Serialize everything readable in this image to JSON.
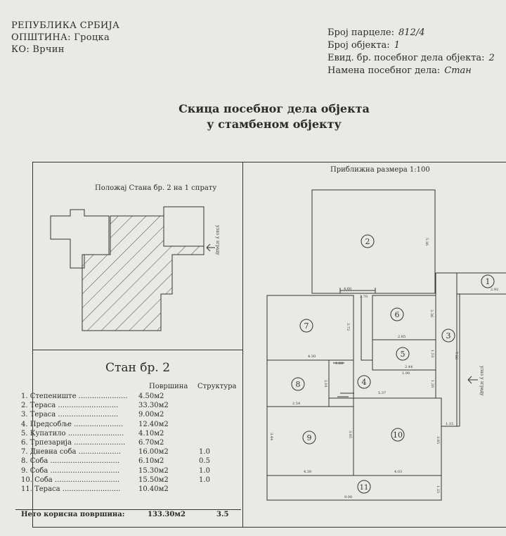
{
  "header": {
    "left": [
      "РЕПУБЛИКА СРБИЈА",
      "ОПШТИНА: Гроцка",
      "КО: Врчин"
    ],
    "right": [
      {
        "label": "Број парцеле:",
        "value": "812/4"
      },
      {
        "label": "Број објекта:",
        "value": "1"
      },
      {
        "label": "Евид. бр. посебног дела објекта:",
        "value": "2"
      },
      {
        "label": "Намена посебног дела:",
        "value": "Стан"
      }
    ]
  },
  "title": [
    "Скица посебног дела објекта",
    "у стамбеном објекту"
  ],
  "position_label": "Положај Стана бр. 2 на 1 спрату",
  "scale_label": "Приближна размера 1:100",
  "side_label": "улаз у зграду",
  "apartment": {
    "title": "Стан бр. 2",
    "col_area": "Површина",
    "col_structure": "Структура",
    "rooms": [
      {
        "name": "1. Степениште",
        "area": "4.50м2",
        "structure": ""
      },
      {
        "name": "2. Тераса",
        "area": "33.30м2",
        "structure": ""
      },
      {
        "name": "3. Тераса",
        "area": "9.00м2",
        "structure": ""
      },
      {
        "name": "4. Предсобље",
        "area": "12.40м2",
        "structure": ""
      },
      {
        "name": "5. Купатило",
        "area": "4.10м2",
        "structure": ""
      },
      {
        "name": "6. Трпезарија",
        "area": "6.70м2",
        "structure": ""
      },
      {
        "name": "7. Дневна соба",
        "area": "16.00м2",
        "structure": "1.0"
      },
      {
        "name": "8. Соба",
        "area": "6.10м2",
        "structure": "0.5"
      },
      {
        "name": "9. Соба",
        "area": "15.30м2",
        "structure": "1.0"
      },
      {
        "name": "10. Соба",
        "area": "15.50м2",
        "structure": "1.0"
      },
      {
        "name": "11. Тераса",
        "area": "10.40м2",
        "structure": ""
      }
    ],
    "total_label": "Нето корисна површина:",
    "total_area": "133.30м2",
    "total_structure": "3.5"
  },
  "plan": {
    "room_numbers": [
      "1",
      "2",
      "3",
      "4",
      "5",
      "6",
      "7",
      "8",
      "9",
      "10",
      "11"
    ],
    "dimensions": [
      "5.36",
      "4.60",
      "2.70",
      "3.72",
      "2.36",
      "2.85",
      "1.53",
      "4.30",
      "2.44",
      "7.86",
      "1.90",
      "1.20",
      "5.37",
      "2.01",
      "2.54",
      "3.44",
      "3.95",
      "3.85",
      "4.30",
      "4.03",
      "1.25",
      "9.00",
      "1.15",
      "1.20",
      "2.92"
    ]
  }
}
